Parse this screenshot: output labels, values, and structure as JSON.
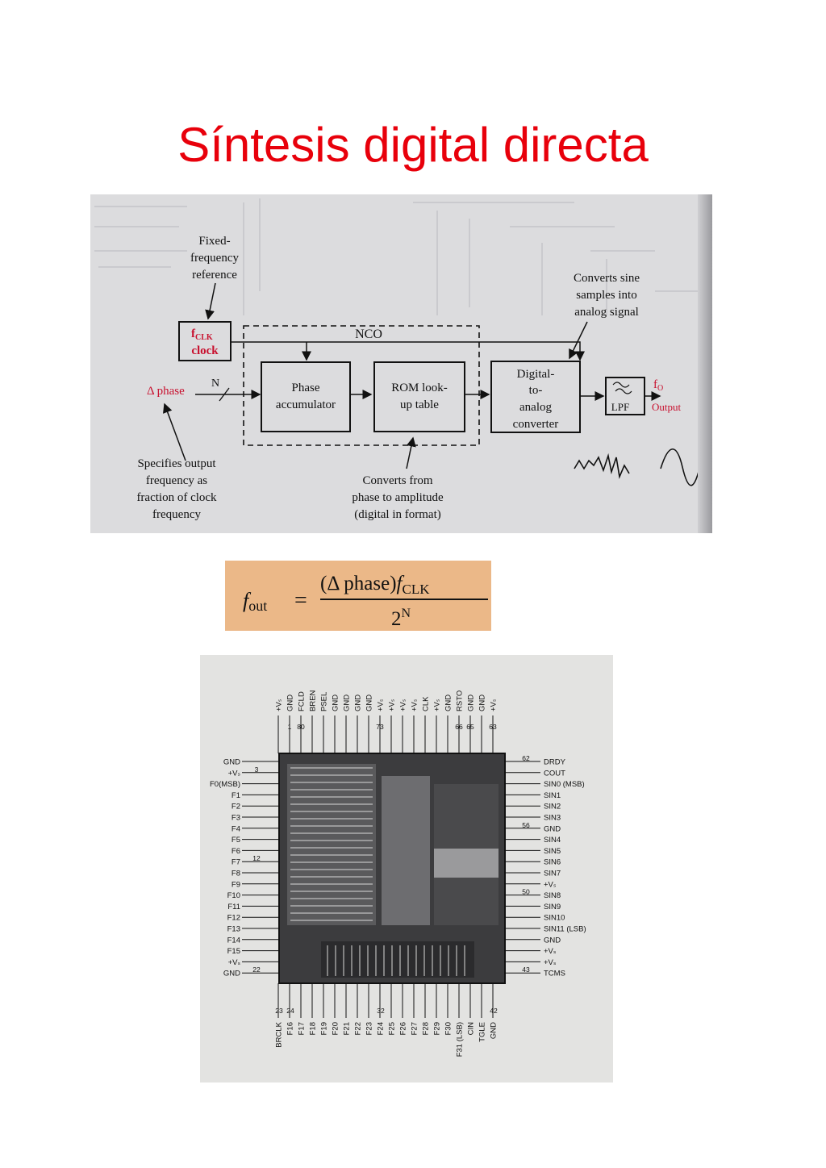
{
  "title": "Síntesis digital directa",
  "block_diagram": {
    "fixed_ref": [
      "Fixed-",
      "frequency",
      "reference"
    ],
    "clock_f": "f",
    "clock_sub": "CLK",
    "clock_word": "clock",
    "nco": "NCO",
    "delta_phase": "Δ phase",
    "n_label": "N",
    "phase_acc": [
      "Phase",
      "accumulator"
    ],
    "rom": [
      "ROM look-",
      "up table"
    ],
    "dac": [
      "Digital-",
      "to-",
      "analog",
      "converter"
    ],
    "lpf": "LPF",
    "out_f": "f",
    "out_sub": "O",
    "out_word": "Output",
    "note_dac": [
      "Converts sine",
      "samples into",
      "analog signal"
    ],
    "note_phase": [
      "Specifies output",
      "frequency as",
      "fraction of clock",
      "frequency"
    ],
    "note_rom": [
      "Converts from",
      "phase to amplitude",
      "(digital in format)"
    ],
    "label_color": "#c8102e"
  },
  "formula": {
    "lhs_f": "f",
    "lhs_sub": "out",
    "eq": "=",
    "numerator": "(Δ phase)",
    "num_f": "f",
    "num_sub": "CLK",
    "den_base": "2",
    "den_sup": "N"
  },
  "chip": {
    "top_pins": [
      "+Vₛ",
      "GND",
      "FCLD",
      "BREN",
      "PSEL",
      "GND",
      "GND",
      "GND",
      "GND",
      "+Vₛ",
      "+Vₛ",
      "+Vₛ",
      "+Vₛ",
      "CLK",
      "+Vₛ",
      "GND",
      "RSTO",
      "GND",
      "GND",
      "+Vₛ"
    ],
    "top_nums": [
      "1",
      "80",
      "73",
      "66",
      "65",
      "63"
    ],
    "left_pins": [
      "GND",
      "+Vₛ",
      "F0(MSB)",
      "F1",
      "F2",
      "F3",
      "F4",
      "F5",
      "F6",
      "F7",
      "F8",
      "F9",
      "F10",
      "F11",
      "F12",
      "F13",
      "F14",
      "F15",
      "+Vₛ",
      "GND"
    ],
    "left_nums": [
      "3",
      "12",
      "22"
    ],
    "right_pins": [
      "DRDY",
      "COUT",
      "SIN0 (MSB)",
      "SIN1",
      "SIN2",
      "SIN3",
      "GND",
      "SIN4",
      "SIN5",
      "SIN6",
      "SIN7",
      "+Vₛ",
      "SIN8",
      "SIN9",
      "SIN10",
      "SIN11 (LSB)",
      "GND",
      "+Vₛ",
      "+Vₛ",
      "TCMS"
    ],
    "right_nums": [
      "62",
      "56",
      "50",
      "43"
    ],
    "bottom_pins": [
      "BRCLK",
      "F16",
      "F17",
      "F18",
      "F19",
      "F20",
      "F21",
      "F22",
      "F23",
      "F24",
      "F25",
      "F26",
      "F27",
      "F28",
      "F29",
      "F30",
      "F31 (LSB)",
      "CIN",
      "TGLE",
      "GND"
    ],
    "bottom_nums": [
      "23",
      "24",
      "32",
      "42"
    ]
  }
}
